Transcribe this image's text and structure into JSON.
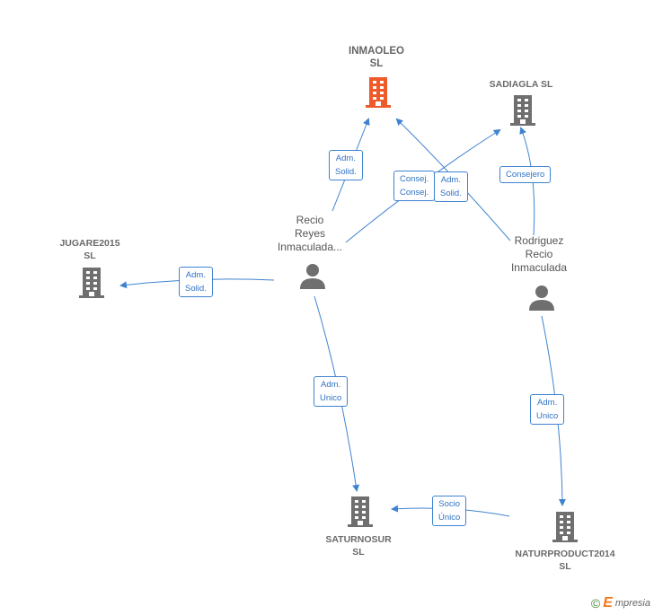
{
  "colors": {
    "edge": "#3f83d0",
    "company": "#6f6f6f",
    "main_company": "#ef5a2a",
    "person": "#6f6f6f"
  },
  "nodes": {
    "inmaoleo": {
      "lines": [
        "INMAOLEO",
        "SL"
      ],
      "kind": "main-company"
    },
    "sadiagla": {
      "lines": [
        "SADIAGLA SL"
      ],
      "kind": "company"
    },
    "jugare": {
      "lines": [
        "JUGARE2015",
        "SL"
      ],
      "kind": "company"
    },
    "saturnosur": {
      "lines": [
        "SATURNOSUR",
        "SL"
      ],
      "kind": "company"
    },
    "naturproduct": {
      "lines": [
        "NATURPRODUCT2014",
        "SL"
      ],
      "kind": "company"
    },
    "recio_reyes": {
      "lines": [
        "Recio",
        "Reyes",
        "Inmaculada..."
      ],
      "kind": "person"
    },
    "rodriguez": {
      "lines": [
        "Rodriguez",
        "Recio",
        "Inmaculada"
      ],
      "kind": "person"
    }
  },
  "edge_labels": {
    "rr_inmaoleo": [
      "Adm.",
      "Solid."
    ],
    "rr_sadiagla": [
      "Consej.",
      "Consej."
    ],
    "rod_inmaoleo": [
      "Adm.",
      "Solid."
    ],
    "rod_sadiagla": [
      "Consejero"
    ],
    "rr_jugare": [
      "Adm.",
      "Solid."
    ],
    "rr_saturnosur": [
      "Adm.",
      "Unico"
    ],
    "rod_naturproduct": [
      "Adm.",
      "Unico"
    ],
    "natur_saturnosur": [
      "Socio",
      "Único"
    ]
  },
  "brand": {
    "copyright": "©",
    "initial": "E",
    "rest": "mpresia"
  }
}
